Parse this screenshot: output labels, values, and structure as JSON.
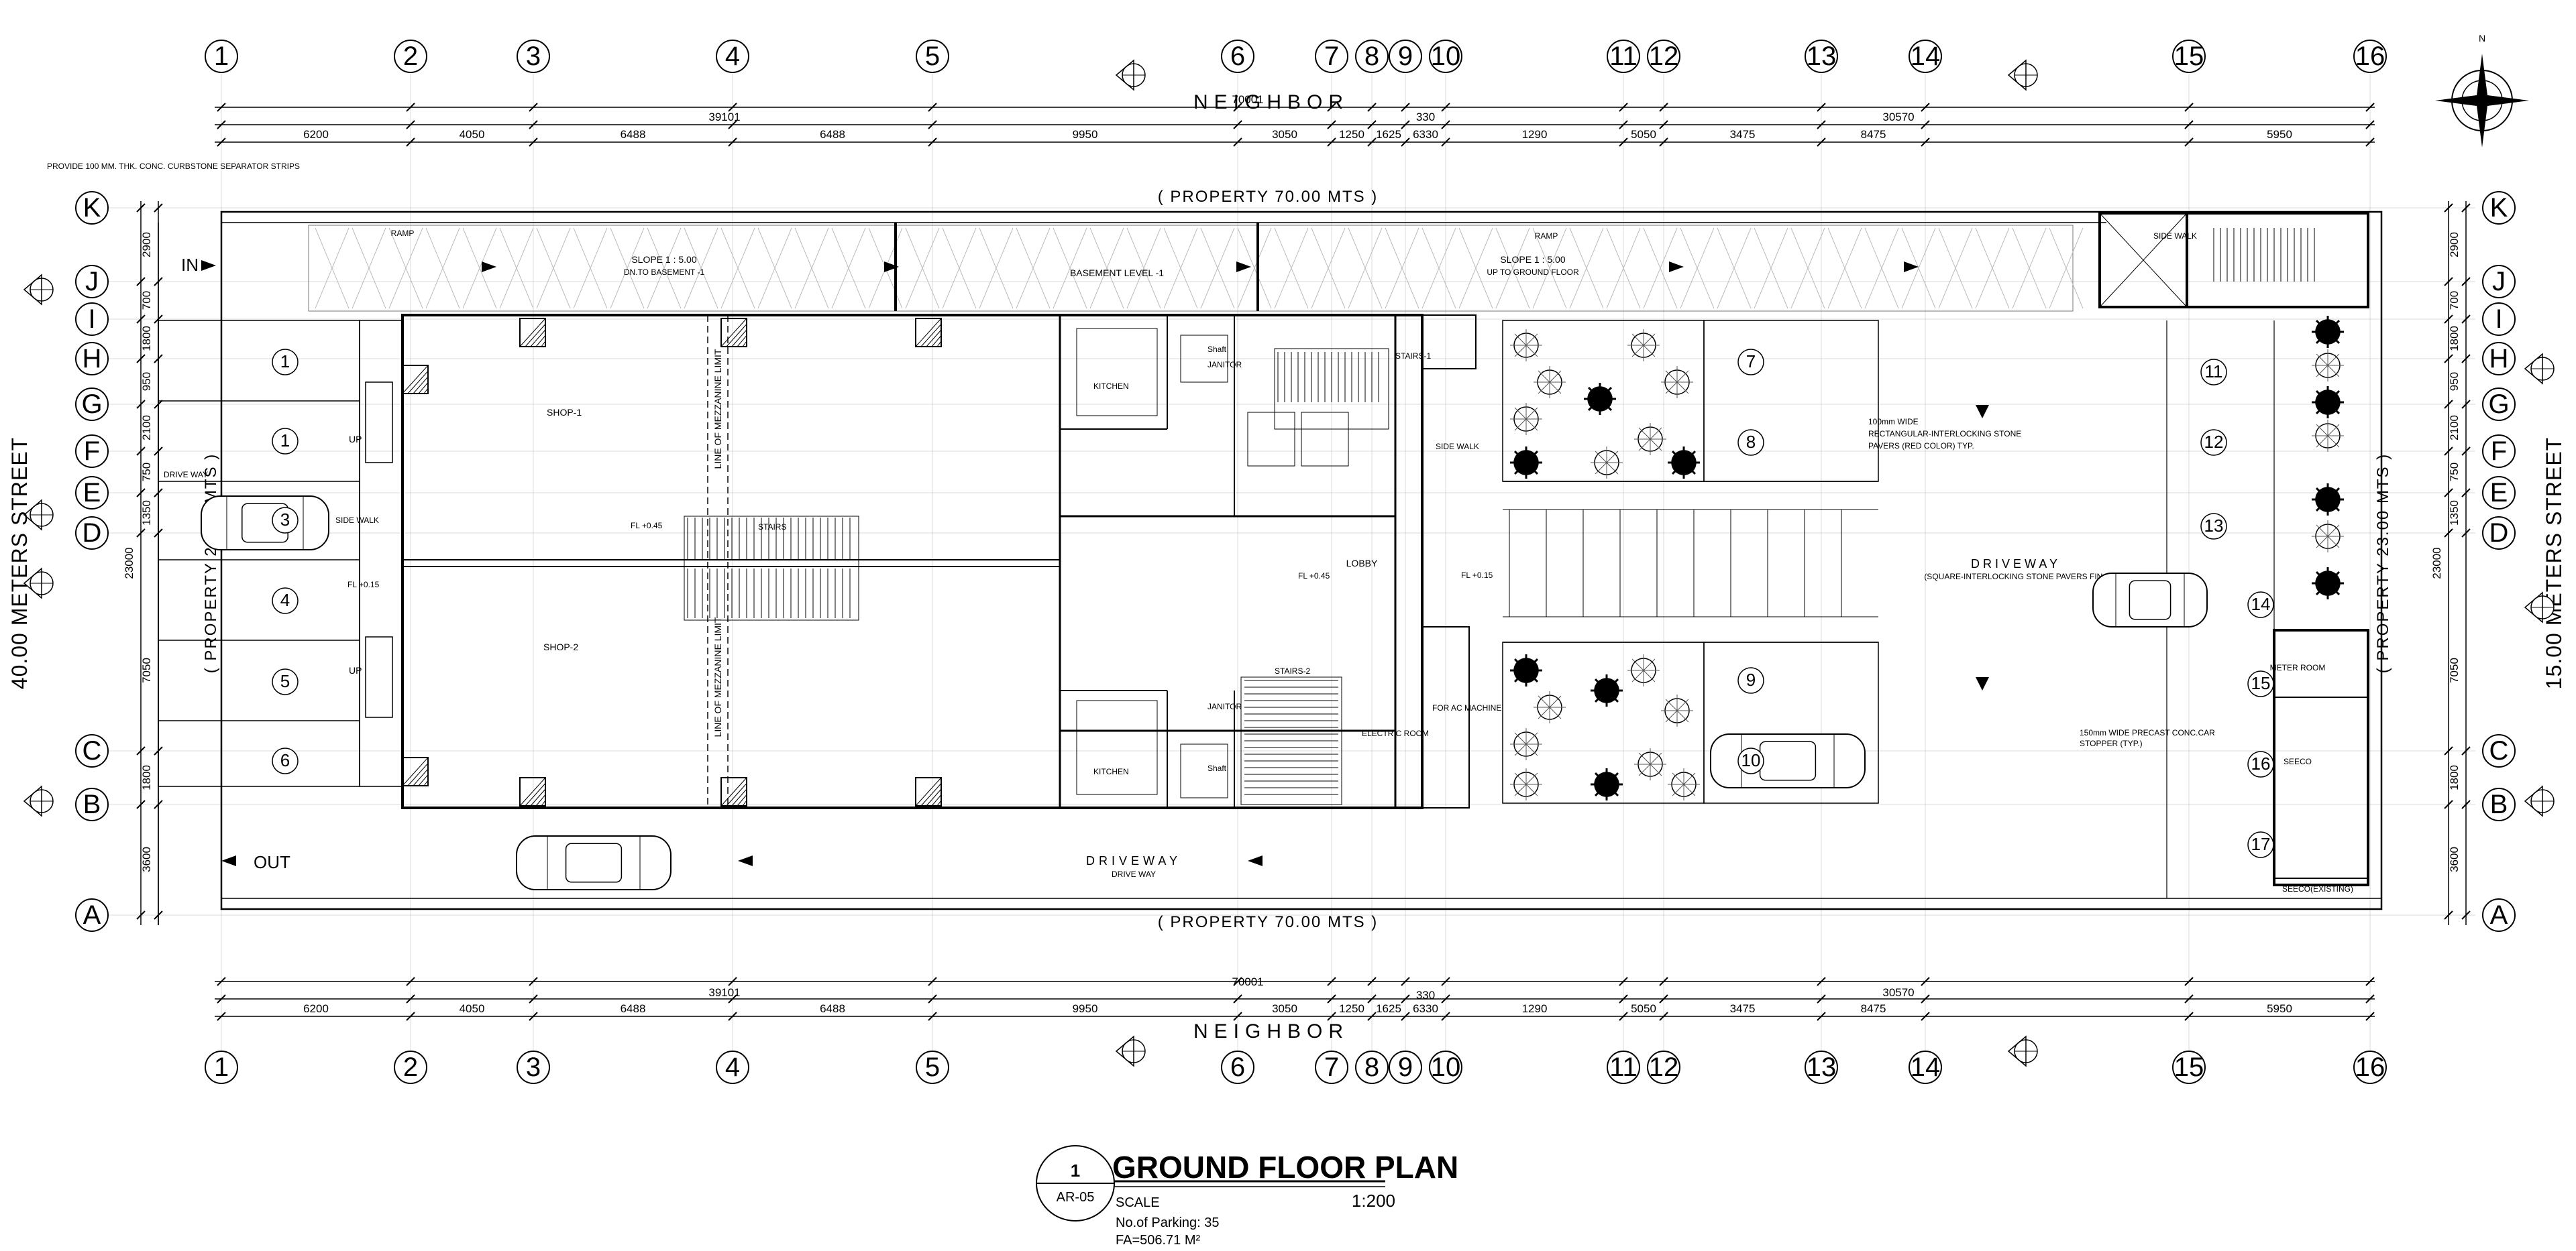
{
  "drawing": {
    "title": "GROUND FLOOR PLAN",
    "sheet_no": "1",
    "sheet_ref": "AR-05",
    "scale_label": "SCALE",
    "scale_value": "1:200",
    "parking_note": "No.of Parking: 35",
    "fa_note": "FA=506.71 M²"
  },
  "grid": {
    "columns": [
      "1",
      "2",
      "3",
      "4",
      "5",
      "6",
      "7",
      "8",
      "9",
      "10",
      "11",
      "12",
      "13",
      "14",
      "15",
      "16"
    ],
    "rows": [
      "K",
      "J",
      "I",
      "H",
      "G",
      "F",
      "E",
      "D",
      "C",
      "B",
      "A"
    ]
  },
  "dimensions": {
    "overall": "70001",
    "left_total": "39101",
    "right_total": "30570",
    "gap": "330",
    "bays": [
      "6200",
      "4050",
      "6488",
      "6488",
      "9950",
      "3050",
      "1250",
      "1625",
      "6330",
      "1290",
      "5050",
      "3475",
      "8475",
      "5950"
    ],
    "row_dims": [
      "2900",
      "700",
      "1800",
      "950",
      "2100",
      "750",
      "1350",
      "23000",
      "7050",
      "1800",
      "3600"
    ]
  },
  "labels": {
    "neighbor": "NEIGHBOR",
    "property_top": "( PROPERTY 70.00 MTS )",
    "property_bottom": "( PROPERTY 70.00 MTS )",
    "property_left": "( PROPERTY 23.00 MTS )",
    "property_right": "( PROPERTY 23.00 MTS )",
    "street_left": "40.00 METERS STREET",
    "street_right": "15.00 METERS STREET",
    "in": "IN",
    "out": "OUT",
    "driveway_bottom": "DRIVEWAY",
    "driveway_bottom_sub": "DRIVE WAY",
    "driveway_right": "DRIVEWAY",
    "driveway_right_sub": "(SQUARE-INTERLOCKING STONE PAVERS FIN.)",
    "drive_way_left": "DRIVE WAY",
    "slope_left": "SLOPE  1 : 5.00",
    "slope_left_sub": "DN.TO BASEMENT -1",
    "basement": "BASEMENT LEVEL -1",
    "slope_right": "SLOPE  1 : 5.00",
    "slope_right_sub": "UP TO GROUND FLOOR",
    "ramp": "RAMP",
    "note_curb": "PROVIDE 100 MM. THK. CONC. CURBSTONE SEPARATOR STRIPS",
    "note_paver1": "100mm WIDE",
    "note_paver2": "RECTANGULAR-INTERLOCKING STONE",
    "note_paver3": "PAVERS (RED COLOR) TYP.",
    "note_stopper1": "150mm WIDE PRECAST CONC.CAR",
    "note_stopper2": "STOPPER (TYP.)",
    "shop1": "SHOP-1",
    "shop2": "SHOP-2",
    "mezz1": "LINE OF MEZZANINE LIMIT",
    "mezz2": "LINE OF MEZZANINE LIMIT",
    "stairs": "STAIRS",
    "stairs1": "STAIRS-1",
    "stairs2": "STAIRS-2",
    "lobby": "LOBBY",
    "kitchen": "KITCHEN",
    "janitor": "JANITOR",
    "shaft": "Shaft",
    "side_walk": "SIDE WALK",
    "electric_room": "ELECTRIC ROOM",
    "for_ac": "FOR AC MACHINE",
    "meter_room": "METER ROOM",
    "seeco": "SEECO",
    "seeco_existing": "SEECO(EXISTING)",
    "up": "UP",
    "level_045": "FL +0.45",
    "level_015": "FL +0.15"
  },
  "parking_numbers": [
    "1",
    "1",
    "3",
    "4",
    "5",
    "6",
    "7",
    "8",
    "9",
    "10",
    "11",
    "12",
    "13",
    "14",
    "15",
    "16",
    "17"
  ]
}
